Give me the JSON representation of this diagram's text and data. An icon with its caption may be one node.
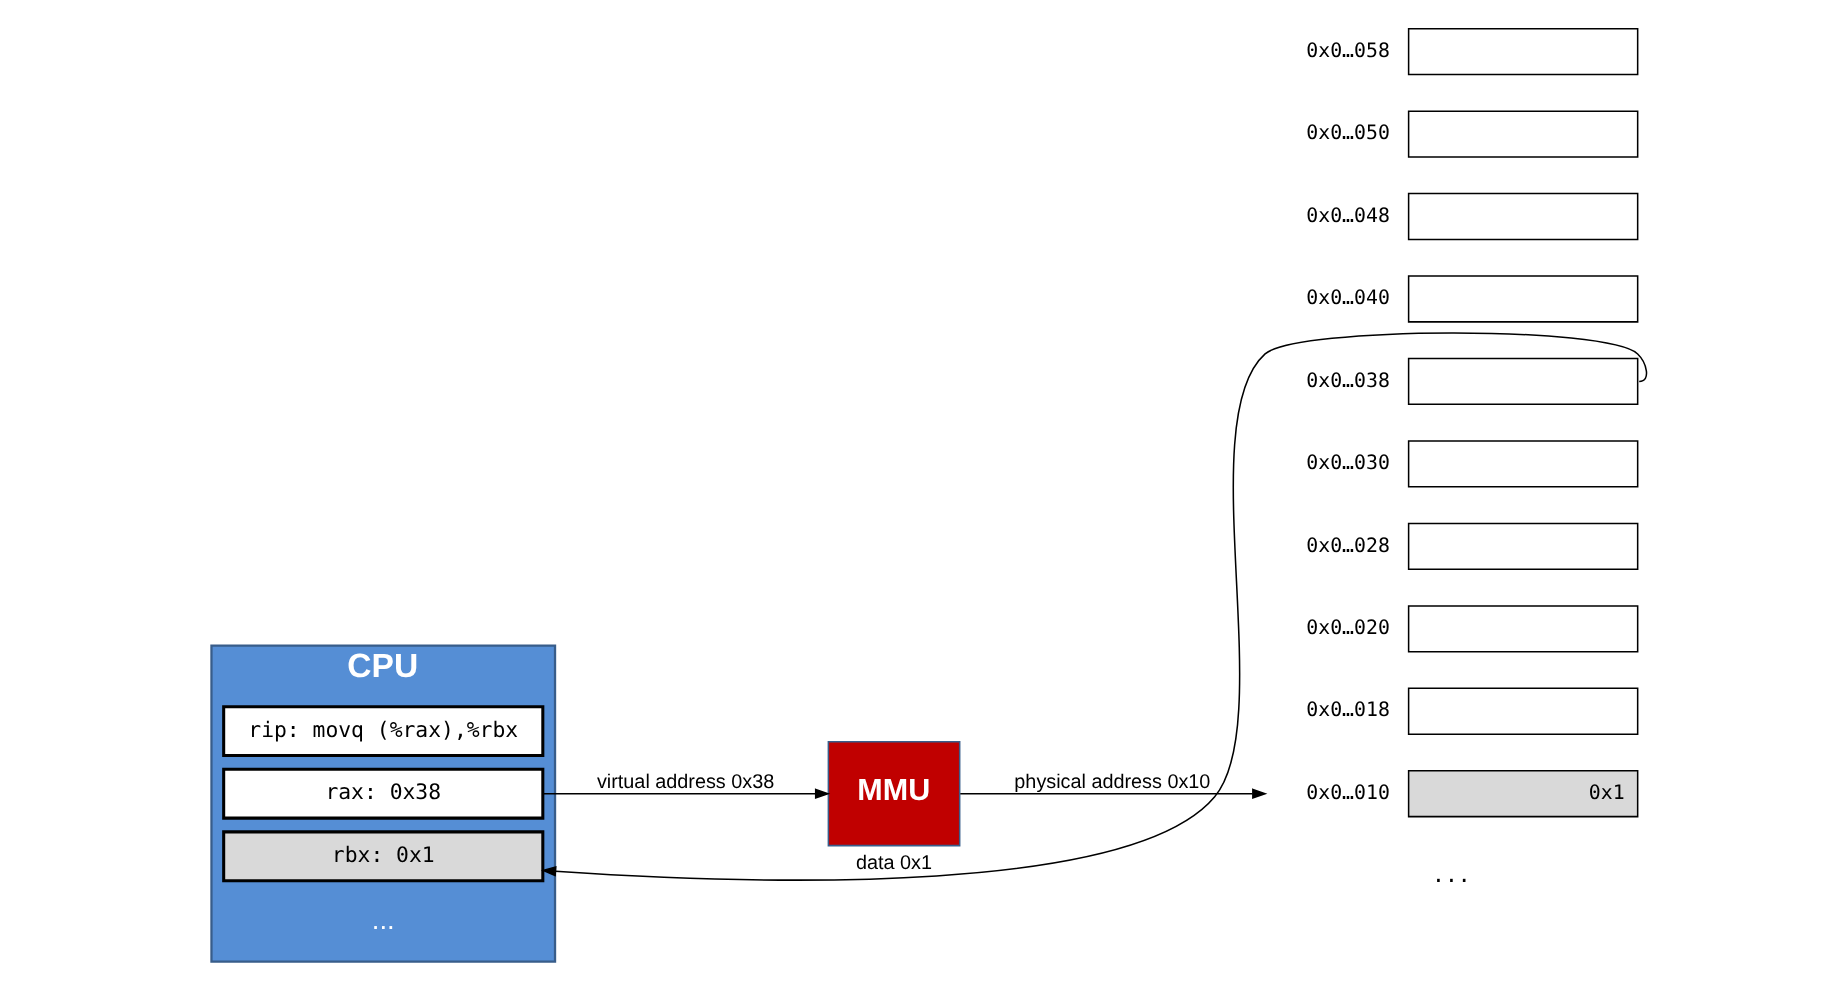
{
  "diagram": {
    "nodes": [
      {
        "text": [
          "CPU",
          "..."
        ]
      },
      {
        "text": [
          "rip: movq (%rax),%rbx"
        ],
        "in": 0
      },
      {
        "text": [
          "rax: 0x38"
        ],
        "in": 0
      },
      {
        "text": [
          "rbx: 0x1"
        ],
        "in": 0
      },
      {
        "text": [
          "MMU"
        ]
      },
      {
        "text": [],
        "shape": "box",
        "beside": [
          "0x0…058"
        ]
      },
      {
        "text": [],
        "shape": "box",
        "beside": [
          "0x0…050"
        ]
      },
      {
        "text": [],
        "shape": "box",
        "beside": [
          "0x0…048"
        ]
      },
      {
        "text": [],
        "shape": "box",
        "beside": [
          "0x0…040"
        ]
      },
      {
        "text": [],
        "shape": "box",
        "beside": [
          "0x0…038"
        ]
      },
      {
        "text": [],
        "shape": "box",
        "beside": [
          "0x0…030"
        ]
      },
      {
        "text": [],
        "shape": "box",
        "beside": [
          "0x0…028"
        ]
      },
      {
        "text": [],
        "shape": "box",
        "beside": [
          "0x0…020"
        ]
      },
      {
        "text": [],
        "shape": "box",
        "beside": [
          "0x0…018"
        ]
      },
      {
        "text": [
          "0x1"
        ],
        "beside": [
          "0x0…010"
        ]
      }
    ],
    "edges": [
      {
        "from": 2,
        "to": 4,
        "arrow": "to",
        "label": "virtual address 0x38"
      },
      {
        "from": 4,
        "to": 14,
        "arrow": "to",
        "label": "physical address 0x10"
      },
      {
        "from": 9,
        "to": 3,
        "arrow": "to",
        "label": "data 0x1"
      }
    ],
    "labels": [
      "..."
    ]
  }
}
